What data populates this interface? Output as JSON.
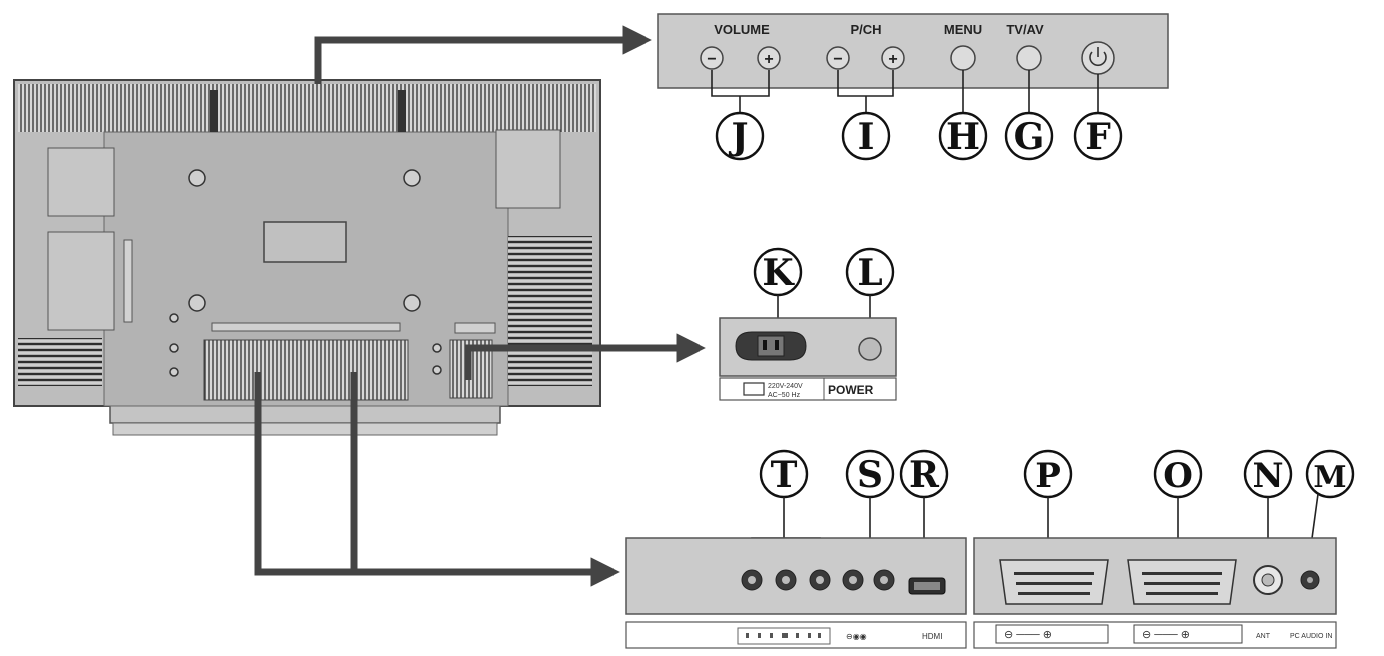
{
  "control_panel": {
    "volume_label": "VOLUME",
    "pch_label": "P/CH",
    "menu_label": "MENU",
    "tvav_label": "TV/AV",
    "minus_symbol": "−",
    "plus_symbol": "+",
    "letters": {
      "J": "J",
      "I": "I",
      "H": "H",
      "G": "G",
      "F": "F"
    }
  },
  "power_panel": {
    "letters": {
      "K": "K",
      "L": "L"
    },
    "rating_line1": "220V-240V",
    "rating_line2": "AC~50 Hz",
    "power_label": "POWER"
  },
  "connector_panel": {
    "letters": {
      "T": "T",
      "S": "S",
      "R": "R",
      "P": "P",
      "O": "O",
      "N": "N",
      "M": "M"
    },
    "hdmi_label": "HDMI",
    "ant_label": "ANT",
    "pc_audio_label": "PC AUDIO IN"
  },
  "colors": {
    "panel_fill": "#c9c9c9",
    "tv_body": "#b8b8b8",
    "arrow": "#444444",
    "grille": "#3a3a3a"
  }
}
